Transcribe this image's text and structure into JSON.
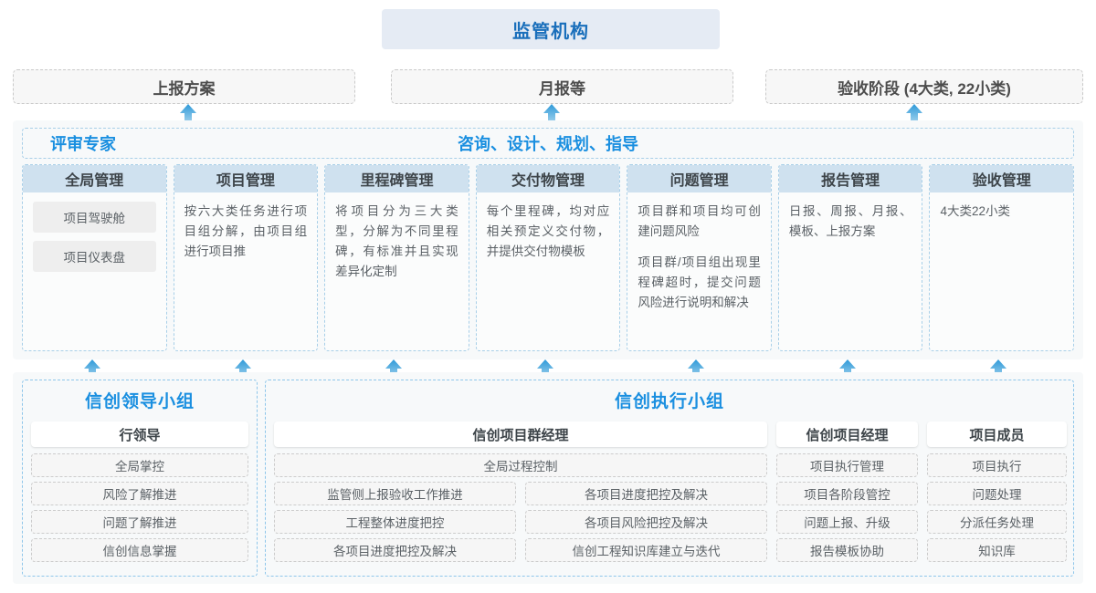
{
  "top": {
    "regulator": "监管机构",
    "reports": [
      "上报方案",
      "月报等",
      "验收阶段 (4大类, 22小类)"
    ]
  },
  "middle": {
    "band_left": "评审专家",
    "band_center": "咨询、设计、规划、指导",
    "columns": [
      {
        "title": "全局管理",
        "chips": [
          "项目驾驶舱",
          "项目仪表盘"
        ],
        "paras": []
      },
      {
        "title": "项目管理",
        "chips": [],
        "paras": [
          "按六大类任务进行项目组分解，由项目组进行项目推"
        ]
      },
      {
        "title": "里程碑管理",
        "chips": [],
        "paras": [
          "将项目分为三大类型，分解为不同里程碑，有标准并且实现差异化定制"
        ]
      },
      {
        "title": "交付物管理",
        "chips": [],
        "paras": [
          "每个里程碑，均对应相关预定义交付物，并提供交付物模板"
        ]
      },
      {
        "title": "问题管理",
        "chips": [],
        "paras": [
          "项目群和项目均可创建问题风险",
          "项目群/项目组出现里程碑超时，提交问题风险进行说明和解决"
        ]
      },
      {
        "title": "报告管理",
        "chips": [],
        "paras": [
          "日报、周报、月报、模板、上报方案"
        ]
      },
      {
        "title": "验收管理",
        "chips": [],
        "paras": [
          "4大类22小类"
        ]
      }
    ]
  },
  "bottom": {
    "lead_group": {
      "title": "信创领导小组",
      "role": "行领导",
      "items": [
        "全局掌控",
        "风险了解推进",
        "问题了解推进",
        "信创信息掌握"
      ]
    },
    "exec_group": {
      "title": "信创执行小组",
      "program_manager": {
        "role": "信创项目群经理",
        "full_item": "全局过程控制",
        "left_items": [
          "监管侧上报验收工作推进",
          "工程整体进度把控",
          "各项目进度把控及解决"
        ],
        "right_items": [
          "各项目进度把控及解决",
          "各项目风险把控及解决",
          "信创工程知识库建立与迭代"
        ]
      },
      "project_manager": {
        "role": "信创项目经理",
        "items": [
          "项目执行管理",
          "项目各阶段管控",
          "问题上报、升级",
          "报告模板协助"
        ]
      },
      "project_member": {
        "role": "项目成员",
        "items": [
          "项目执行",
          "问题处理",
          "分派任务处理",
          "知识库"
        ]
      }
    }
  },
  "colors": {
    "accent_blue": "#1a8fe0",
    "title_blue": "#1a6fbb",
    "header_fill": "#cfe1ef",
    "panel_fill": "#f7f9fa",
    "regulator_fill": "#e5ebf4"
  },
  "arrows": {
    "icon": "arrow-up-icon",
    "upper_x": [
      205,
      603,
      1000
    ],
    "lower_x": [
      100,
      265,
      430,
      596,
      762,
      928,
      1094
    ]
  }
}
